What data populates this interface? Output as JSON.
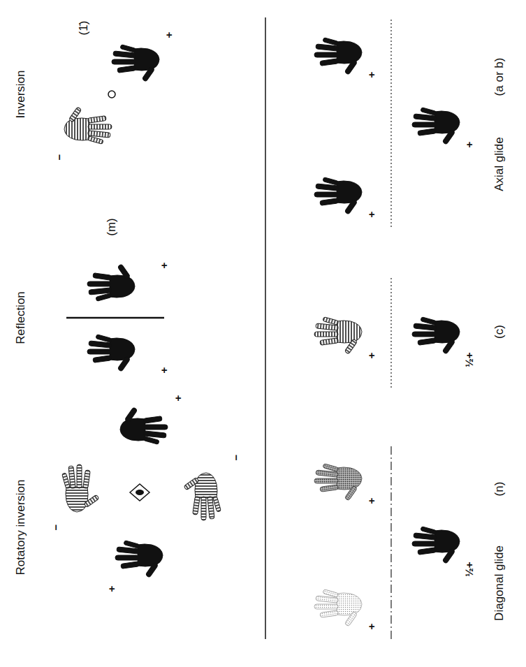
{
  "diagram": {
    "labels": [
      "Inversion",
      "(1̄)",
      "+",
      "−",
      "Reflection",
      "(m)",
      "+",
      "+",
      "Rotatory inversion",
      "−",
      "+",
      "+",
      "−",
      "Axial glide",
      "(a or b)",
      "+",
      "+",
      "+",
      "(c)",
      "+",
      "½+",
      "Diagonal glide",
      "(n)",
      "+",
      "+",
      "½+"
    ]
  }
}
